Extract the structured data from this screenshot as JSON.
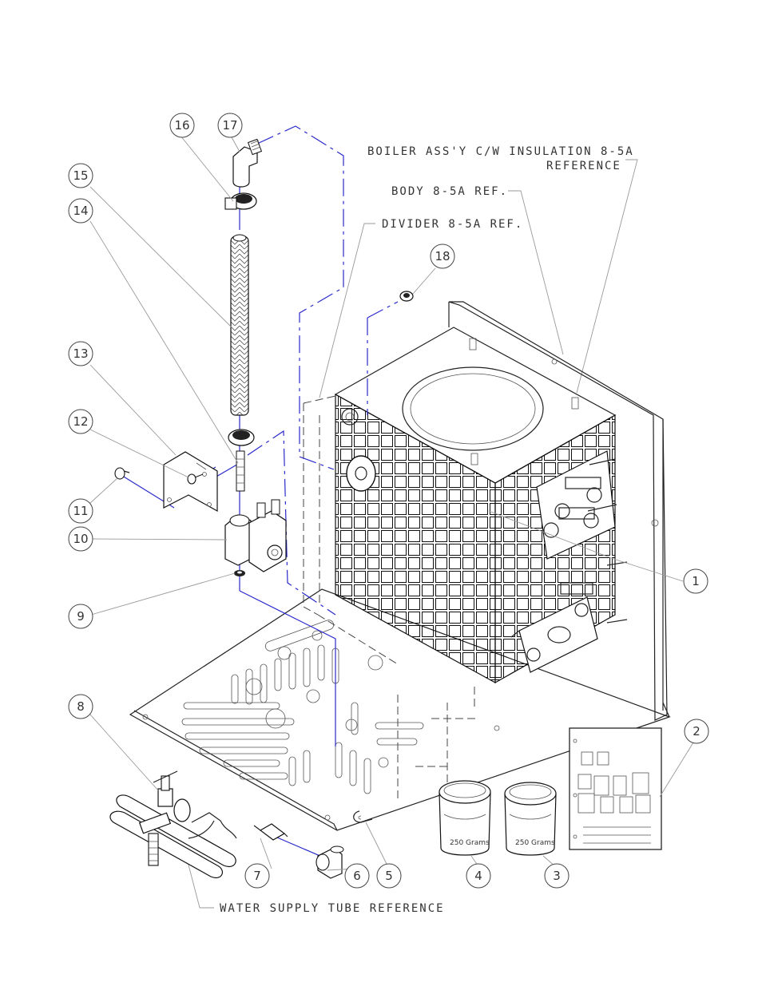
{
  "callouts": {
    "boiler_line1": "BOILER ASS'Y C/W INSULATION 8-5A",
    "boiler_line2": "REFERENCE",
    "body": "BODY 8-5A REF.",
    "divider": "DIVIDER 8-5A REF.",
    "water_supply": "WATER SUPPLY TUBE REFERENCE"
  },
  "jar_labels": {
    "grams_4": "250 Grams",
    "grams_3": "250 Grams"
  },
  "balloons": [
    "1",
    "2",
    "3",
    "4",
    "5",
    "6",
    "7",
    "8",
    "9",
    "10",
    "11",
    "12",
    "13",
    "14",
    "15",
    "16",
    "17",
    "18"
  ],
  "colors": {
    "line": "#222222",
    "leader": "#999999",
    "centerline": "#2a2acc"
  }
}
